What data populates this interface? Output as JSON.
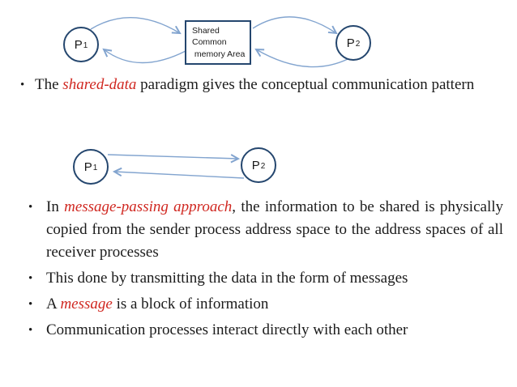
{
  "colors": {
    "node_border_navy": "#24466e",
    "arrow_blue": "#82a4cf",
    "emphasis_red": "#d02720",
    "body_text": "#1b1b1b",
    "background": "#ffffff"
  },
  "bullet_glyph": "•",
  "diagram_shared_memory": {
    "p1": {
      "label": "P",
      "sub": "1"
    },
    "p2": {
      "label": "P",
      "sub": "2"
    },
    "memory_box": {
      "line1": "Shared",
      "line2": "Common",
      "line3": " memory Area"
    },
    "arrows": [
      "p1-to-memory",
      "memory-to-p1",
      "memory-to-p2",
      "p2-to-memory"
    ]
  },
  "diagram_message_passing": {
    "p1": {
      "label": "P",
      "sub": "1"
    },
    "p2": {
      "label": "P",
      "sub": "2"
    },
    "arrows": [
      "p1-to-p2",
      "p2-to-p1"
    ]
  },
  "bullets": {
    "b1": {
      "pre": "The ",
      "em": "shared-data",
      "post": " paradigm gives the conceptual communication pattern"
    },
    "b2": {
      "pre": "In ",
      "em": "message-passing approach",
      "post": ", the information to be shared is physically copied from the sender process address space  to the address spaces of all receiver processes"
    },
    "b3": {
      "text": "This done by transmitting the data in the form of messages"
    },
    "b4": {
      "pre": "A ",
      "em": "message",
      "post": " is a block of information"
    },
    "b5": {
      "text": "Communication processes interact directly with each other"
    }
  }
}
